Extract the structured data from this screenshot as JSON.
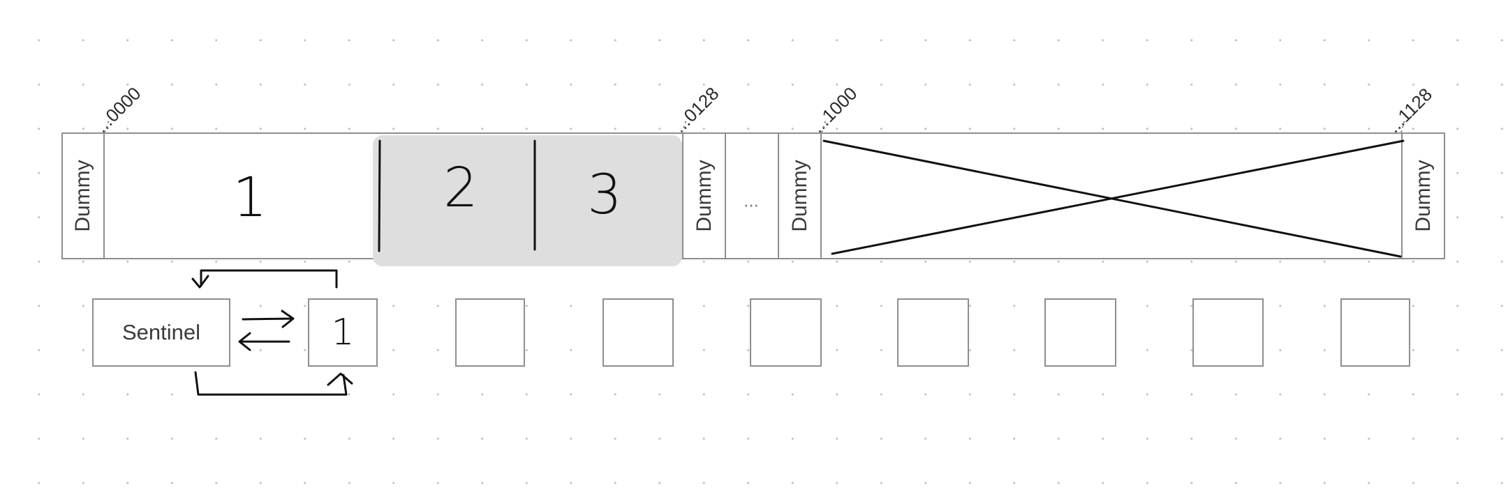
{
  "diagram": {
    "addresses": [
      "...0000",
      "...0128",
      "...1000",
      "...1128"
    ],
    "dummy_label": "Dummy",
    "blocks": [
      "1",
      "2",
      "3"
    ],
    "ellipsis": "...",
    "sentinel_label": "Sentinel",
    "node_label": "1",
    "colors": {
      "box_border": "#8e8e8e",
      "highlight_fill": "#dedede",
      "ink": "#111111",
      "grid_dot": "#c4c4c4"
    }
  }
}
